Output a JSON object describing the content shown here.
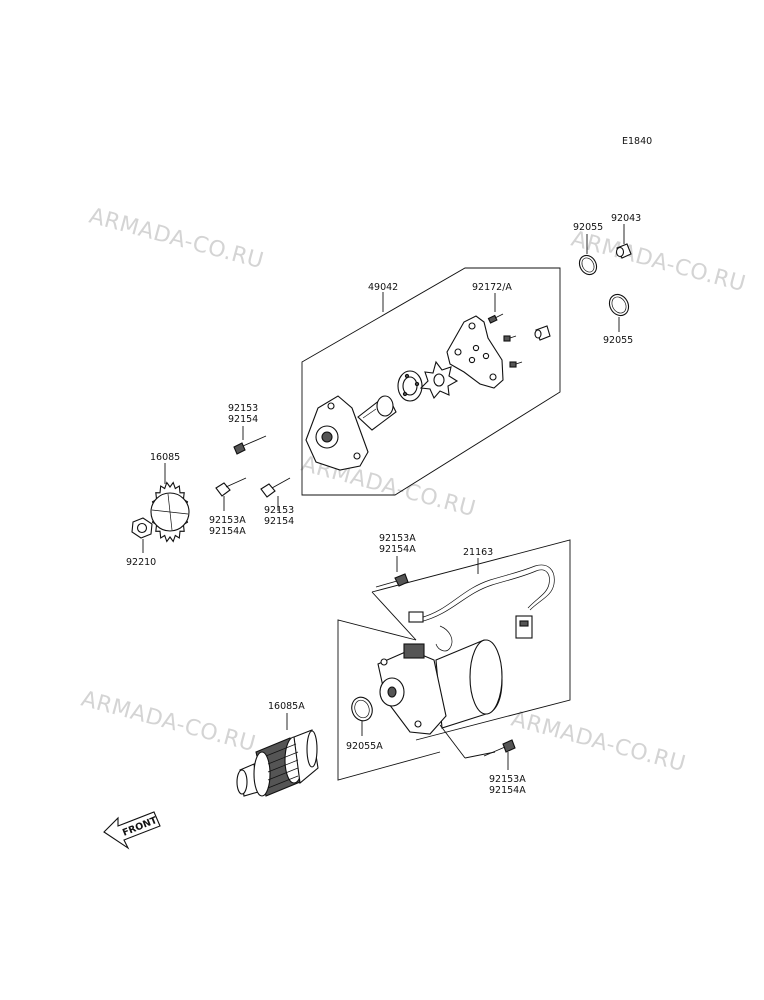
{
  "diagram_code": "E1840",
  "watermark": "ARMADA-CO.RU",
  "front_label": "FRONT",
  "callouts": {
    "p49042": "49042",
    "p92172a": "92172/A",
    "p92055_top": "92055",
    "p92043": "92043",
    "p92055_right": "92055",
    "p92153_top": "92153",
    "p92154_top": "92154",
    "p16085": "16085",
    "p92153a_mid": "92153A",
    "p92154a_mid": "92154A",
    "p92153_mid": "92153",
    "p92154_mid": "92154",
    "p92210": "92210",
    "p92153a_motor": "92153A",
    "p92154a_motor": "92154A",
    "p21163": "21163",
    "p16085a": "16085A",
    "p92055a": "92055A",
    "p92153a_bottom": "92153A",
    "p92154a_bottom": "92154A"
  }
}
